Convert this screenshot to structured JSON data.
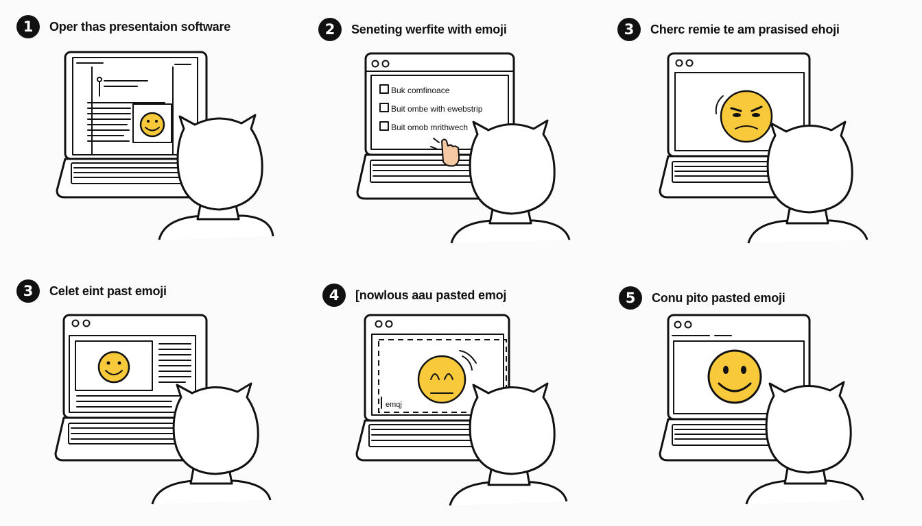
{
  "palette": {
    "ink": "#111111",
    "emoji": "#f7c93b",
    "hand": "#f6c9a5",
    "paper": "#fbfbfb"
  },
  "steps": [
    {
      "number": "1",
      "title": "Oper thas presentaion software",
      "emoji": "smile-icon"
    },
    {
      "number": "2",
      "title": "Seneting werfite with emoji",
      "list_items": [
        "Buk comfinoace",
        "Buit ombe with ewebstrip",
        "Buit omob mrithwech"
      ]
    },
    {
      "number": "3",
      "title": "Cherc remie te am prasised ehoji",
      "emoji": "frown-icon"
    },
    {
      "number": "3",
      "title": "Celet eint past emoji",
      "emoji": "smile-icon"
    },
    {
      "number": "4",
      "title": "[nowlous aau pasted emoj",
      "emoji": "frown-icon",
      "paste_label": "emqj"
    },
    {
      "number": "5",
      "title": "Conu pito pasted emoji",
      "emoji": "smile-icon"
    }
  ]
}
